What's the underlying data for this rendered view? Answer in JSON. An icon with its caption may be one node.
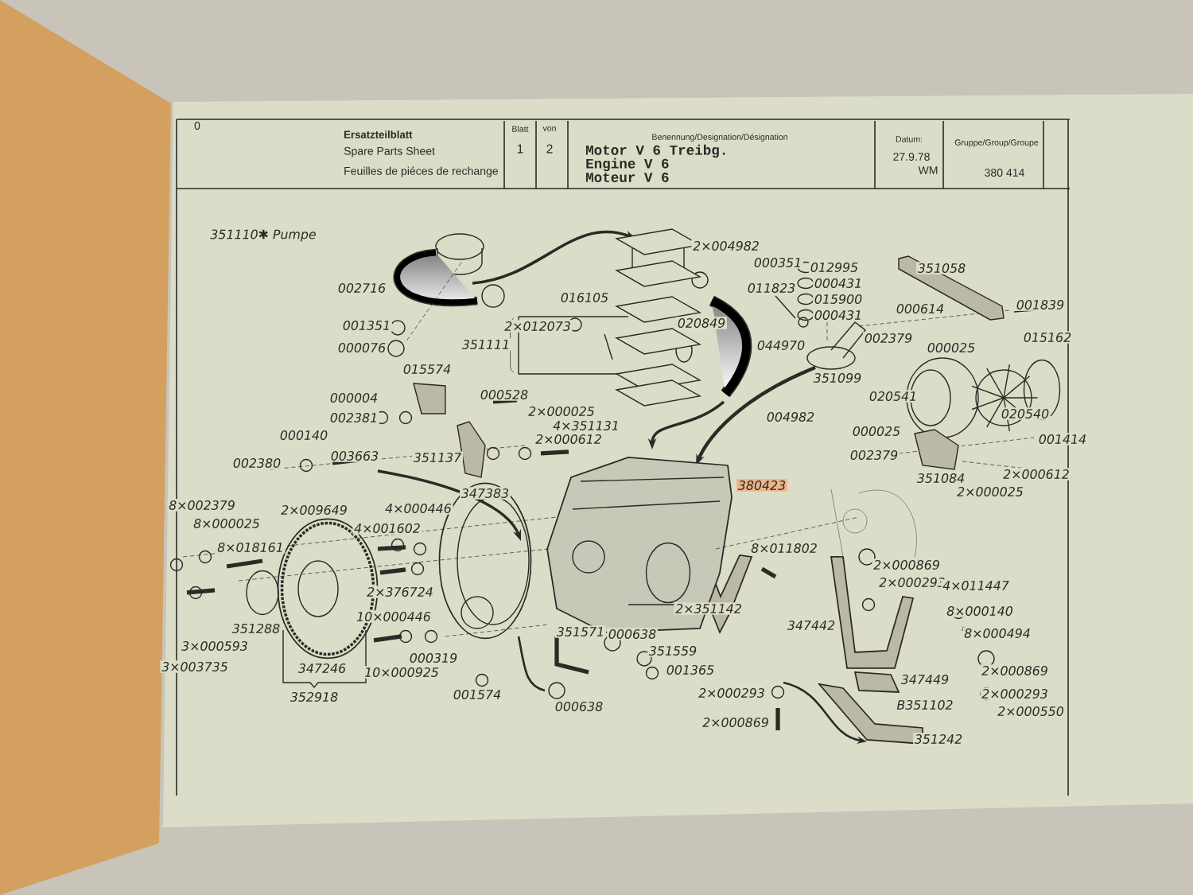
{
  "diagram": {
    "labels": [
      "0",
      "Ersatzteilblatt",
      "Spare Parts Sheet",
      "Feuilles de piéces de rechange",
      "Blatt",
      "von",
      "1",
      "2",
      "Benennung/Designation/Désignation",
      "Motor V 6 Treibg.",
      "Engine V 6",
      "Moteur V 6",
      "Datum:",
      "27.9.78",
      "WM",
      "Gruppe/Group/Groupe",
      "380 414",
      "351110✱ Pumpe",
      "002716",
      "001351",
      "000076",
      "016105",
      "2×012073",
      "351111",
      "015574",
      "000004",
      "002381",
      "000528",
      "2×000025",
      "4×351131",
      "2×000612",
      "000140",
      "003663",
      "002380",
      "351137",
      "347383",
      "2×004982",
      "000351",
      "011823",
      "012995",
      "000431",
      "015900",
      "000431",
      "020849",
      "044970",
      "351099",
      "004982",
      "351058",
      "000614",
      "001839",
      "002379",
      "000025",
      "015162",
      "020541",
      "020540",
      "000025",
      "001414",
      "002379",
      "351084",
      "2×000612",
      "2×000025",
      "380423",
      "8×002379",
      "8×000025",
      "8×018161",
      "2×009649",
      "4×000446",
      "4×001602",
      "2×376724",
      "351288",
      "3×000593",
      "3×003735",
      "347246",
      "352918",
      "10×000446",
      "10×000925",
      "000319",
      "001574",
      "351571",
      "000638",
      "351559",
      "001365",
      "000638",
      "8×011802",
      "2×351142",
      "347442",
      "2×000869",
      "2×000293",
      "4×011447",
      "8×000140",
      "8×000494",
      "2×000869",
      "2×000293",
      "2×000550",
      "347449",
      "B351102",
      "2×000293",
      "2×000869",
      "351242"
    ]
  }
}
